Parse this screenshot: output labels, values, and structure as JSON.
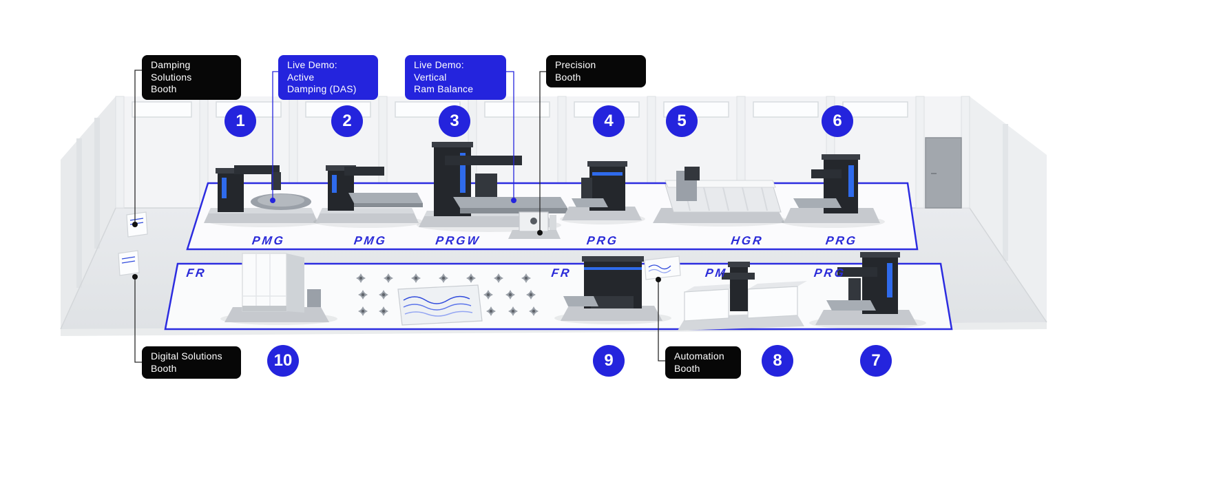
{
  "colors": {
    "accent_blue": "#2424DD",
    "label_black": "#0A0A0A",
    "platform_outline": "#2C2CE0",
    "leader_dark": "#2A2A2A"
  },
  "callouts": {
    "damping_solutions": {
      "text": "Damping Solutions\nBooth"
    },
    "live_demo_active_damping": {
      "text": "Live Demo:  Active\nDamping (DAS)"
    },
    "live_demo_vertical_ram": {
      "text": "Live Demo:  Vertical\nRam Balance"
    },
    "precision": {
      "text": "Precision\nBooth"
    },
    "digital_solutions": {
      "text": "Digital Solutions\nBooth"
    },
    "automation": {
      "text": "Automation\nBooth"
    }
  },
  "station_numbers": [
    "1",
    "2",
    "3",
    "4",
    "5",
    "6",
    "7",
    "8",
    "9",
    "10"
  ],
  "machine_labels": {
    "top_row": [
      "PMG",
      "PMG",
      "PRGW",
      "PRG",
      "HGR",
      "PRG"
    ],
    "bottom_row": [
      "FR",
      "FR",
      "PM",
      "PRG"
    ]
  }
}
